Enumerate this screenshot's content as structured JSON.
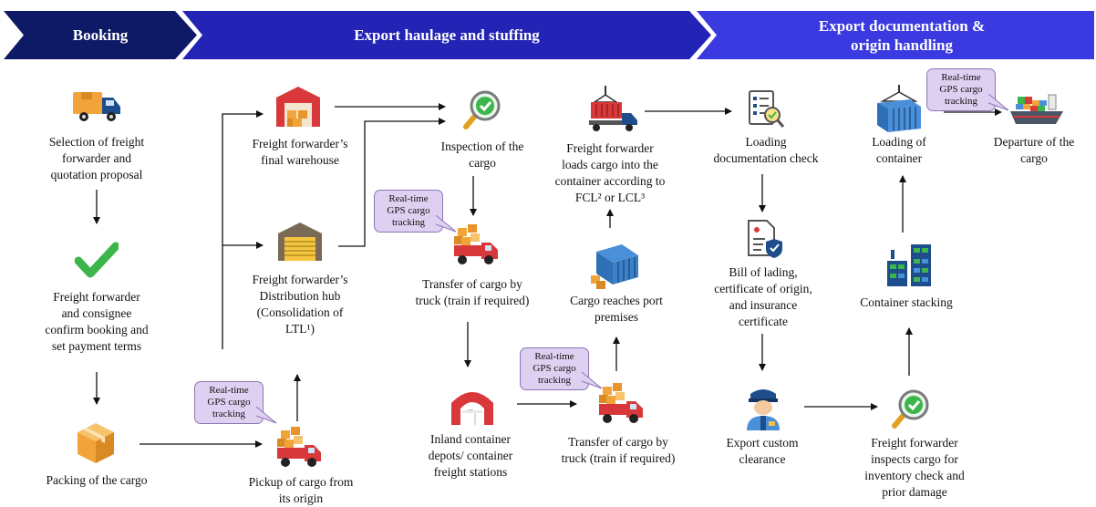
{
  "banners": {
    "booking": "Booking",
    "haulage": "Export haulage and stuffing",
    "documentation_line1": "Export documentation &",
    "documentation_line2": "origin handling"
  },
  "steps": {
    "selection": [
      "Selection of freight",
      "forwarder and",
      "quotation proposal"
    ],
    "confirm": [
      "Freight forwarder",
      "and consignee",
      "confirm booking and",
      "set payment terms"
    ],
    "packing": [
      "Packing of the cargo"
    ],
    "pickup": [
      "Pickup of cargo from",
      "its origin"
    ],
    "warehouse": [
      "Freight forwarder’s",
      "final warehouse"
    ],
    "hub": [
      "Freight forwarder’s",
      "Distribution hub",
      "(Consolidation of",
      "LTL¹)"
    ],
    "inspection": [
      "Inspection of the",
      "cargo"
    ],
    "transfer1": [
      "Transfer of cargo by",
      "truck (train if required)"
    ],
    "icd": [
      "Inland container",
      "depots/ container",
      "freight stations"
    ],
    "transfer2": [
      "Transfer of cargo by",
      "truck (train if required)"
    ],
    "port": [
      "Cargo reaches port",
      "premises"
    ],
    "loads": [
      "Freight forwarder",
      "loads cargo into the",
      "container according to",
      "FCL² or LCL³"
    ],
    "doccheck": [
      "Loading",
      "documentation check"
    ],
    "bill": [
      "Bill of lading,",
      "certificate of origin,",
      "and insurance",
      "certificate"
    ],
    "customs": [
      "Export custom",
      "clearance"
    ],
    "inspects": [
      "Freight forwarder",
      "inspects cargo for",
      "inventory check and",
      "prior damage"
    ],
    "stacking": [
      "Container stacking"
    ],
    "loading": [
      "Loading of",
      "container"
    ],
    "departure": [
      "Departure of the",
      "cargo"
    ]
  },
  "gps_bubble": [
    "Real-time",
    "GPS cargo",
    "tracking"
  ],
  "colors": {
    "banner_dark": "#0f1a66",
    "banner_mid": "#2323b5",
    "banner_light": "#3a3ae0",
    "bubble_fill": "#ddd0f0",
    "check_green": "#3cb54a",
    "truck_red": "#d9383a",
    "box_orange": "#f2a43a"
  },
  "icons": [
    "delivery-van-icon",
    "green-check-icon",
    "cardboard-box-icon",
    "cargo-truck-icon",
    "warehouse-icon",
    "distribution-hub-icon",
    "magnifier-check-icon",
    "container-crane-icon",
    "port-container-icon",
    "depot-building-icon",
    "checklist-icon",
    "document-shield-icon",
    "customs-officer-icon",
    "container-stack-icon",
    "lifted-container-icon",
    "cargo-ship-icon"
  ]
}
